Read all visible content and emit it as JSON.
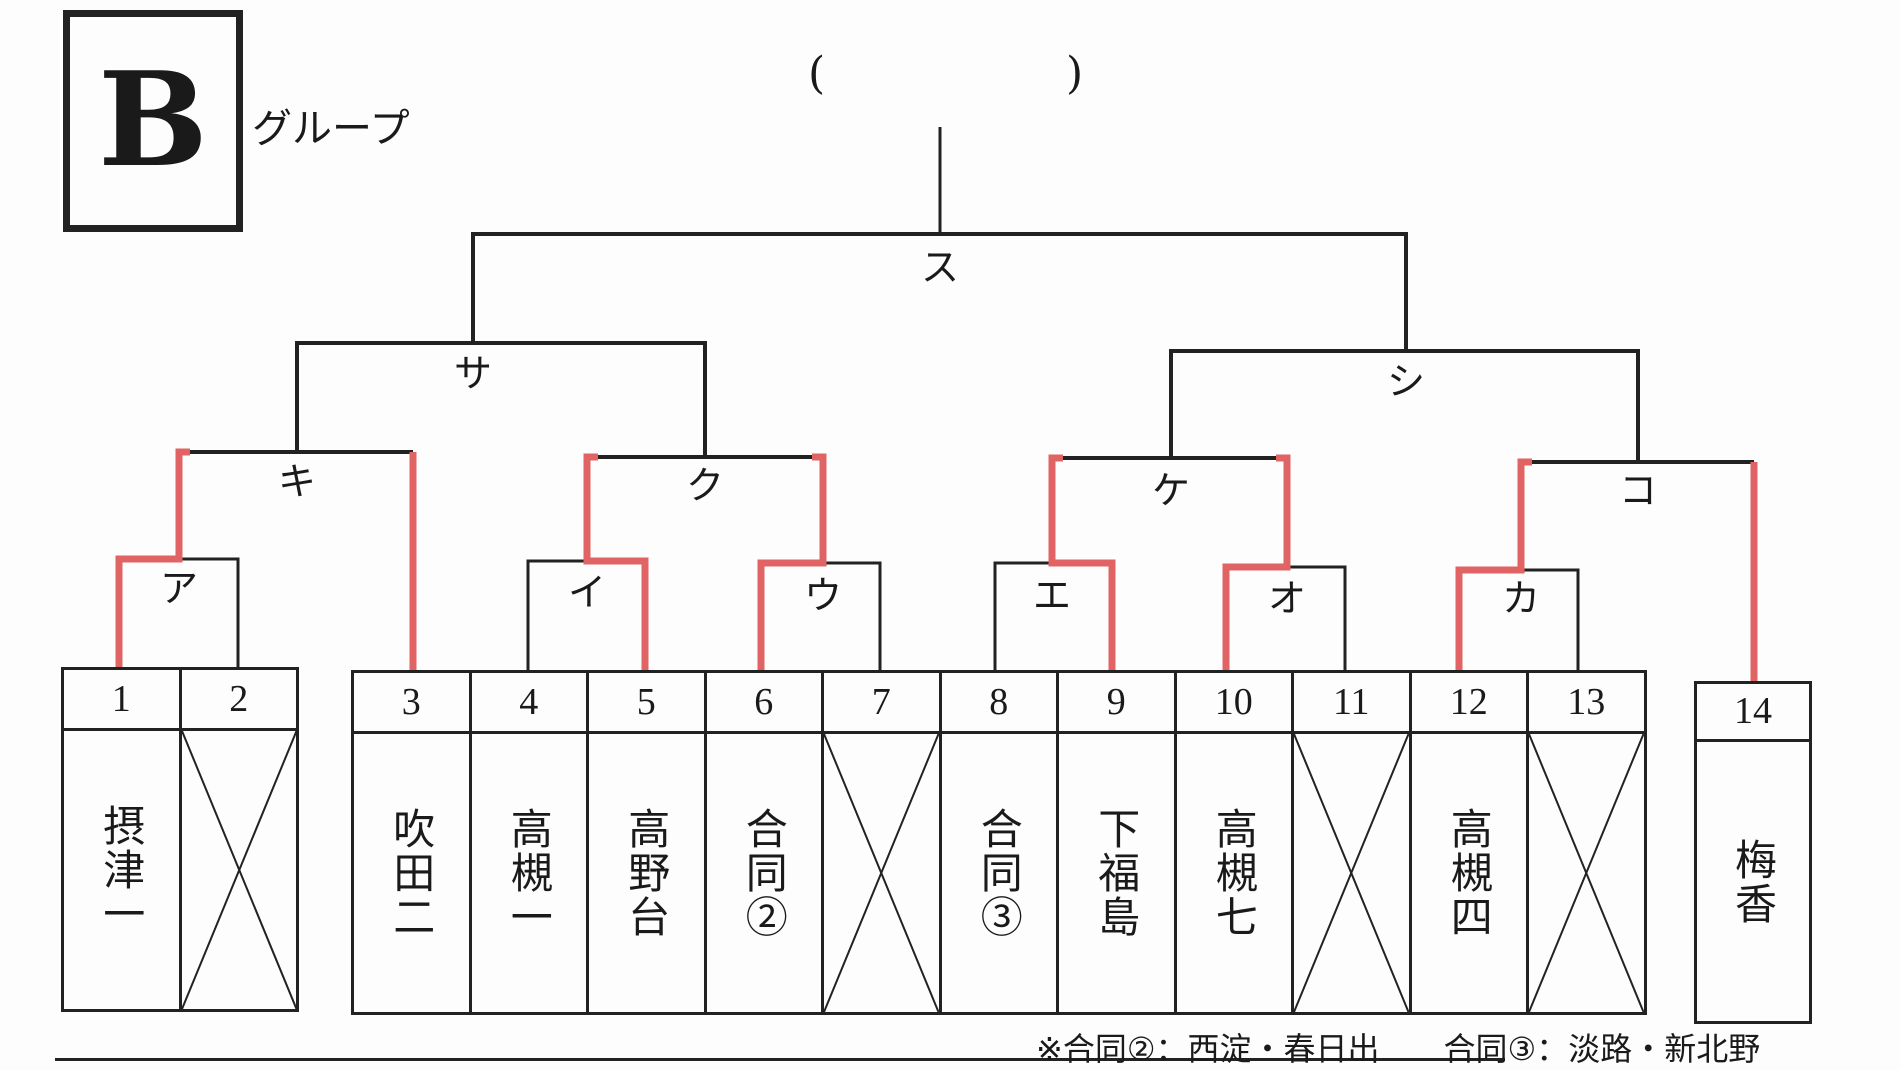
{
  "group": {
    "letter": "B",
    "word": "グループ"
  },
  "champion": {
    "open_paren": "(",
    "close_paren": ")"
  },
  "match_labels": {
    "A": "ア",
    "I": "イ",
    "U": "ウ",
    "E": "エ",
    "O": "オ",
    "KA": "カ",
    "KI": "キ",
    "KU": "ク",
    "KE": "ケ",
    "KO": "コ",
    "SA": "サ",
    "SHI": "シ",
    "SU": "ス"
  },
  "teams": [
    {
      "no": "1",
      "name": "摂津一"
    },
    {
      "no": "2",
      "name": "",
      "bye": true
    },
    {
      "no": "3",
      "name": "吹田二"
    },
    {
      "no": "4",
      "name": "高槻一"
    },
    {
      "no": "5",
      "name": "高野台"
    },
    {
      "no": "6",
      "name": "合同②"
    },
    {
      "no": "7",
      "name": "",
      "bye": true
    },
    {
      "no": "8",
      "name": "合同③"
    },
    {
      "no": "9",
      "name": "下福島"
    },
    {
      "no": "10",
      "name": "高槻七"
    },
    {
      "no": "11",
      "name": "",
      "bye": true
    },
    {
      "no": "12",
      "name": "高槻四"
    },
    {
      "no": "13",
      "name": "",
      "bye": true
    },
    {
      "no": "14",
      "name": "梅香"
    }
  ],
  "note": "※合同②：西淀・春日出　　合同③：淡路・新北野",
  "colors": {
    "line": "#222222",
    "winner": "#e06464"
  }
}
